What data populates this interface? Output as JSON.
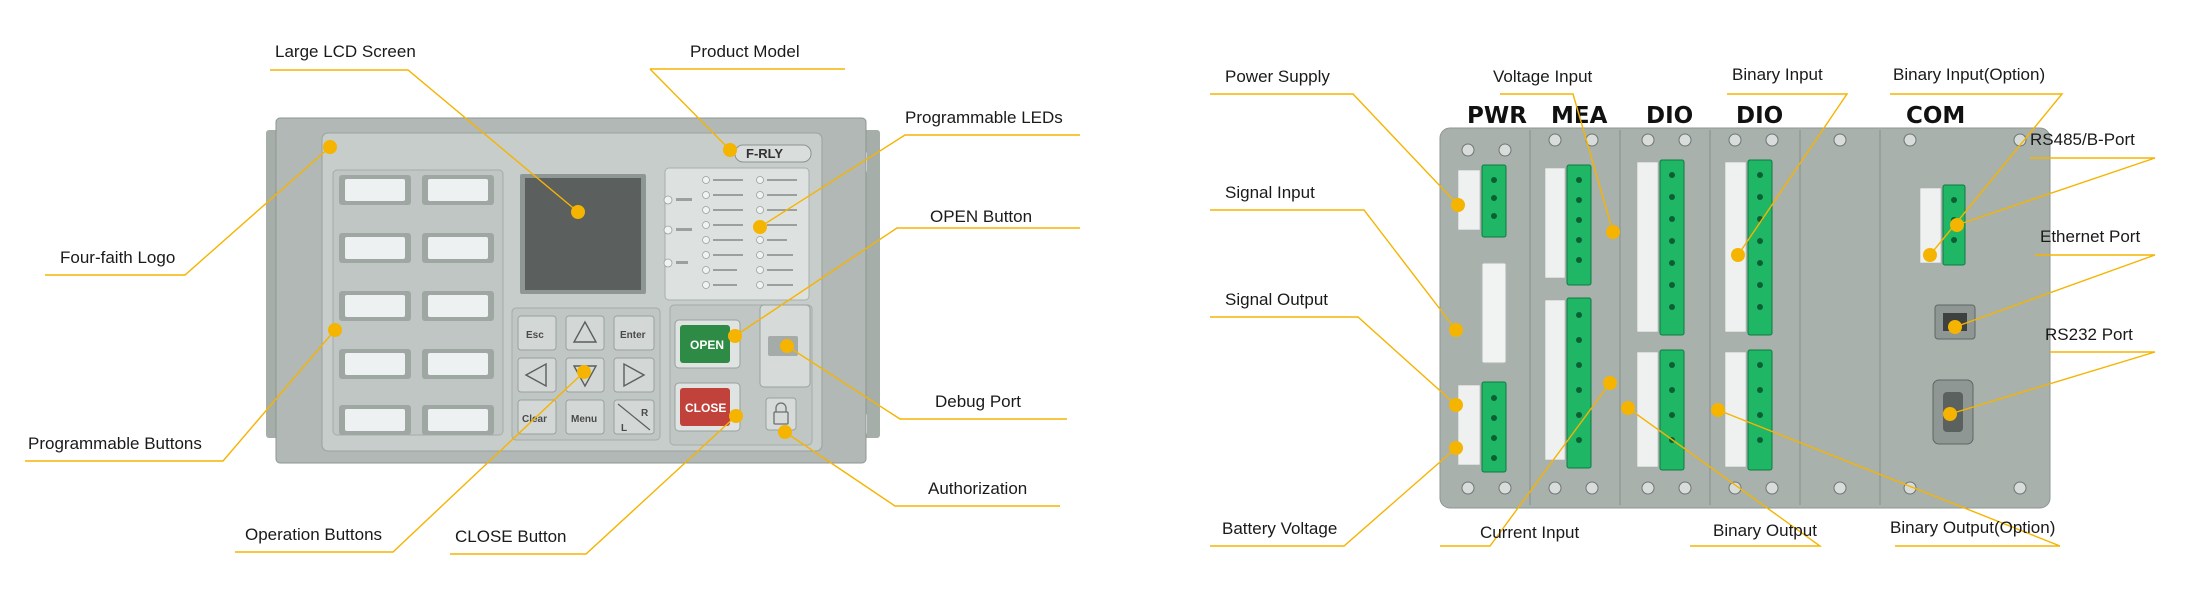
{
  "front_callouts": {
    "large_lcd_screen": "Large LCD Screen",
    "product_model": "Product Model",
    "programmable_leds": "Programmable LEDs",
    "open_button": "OPEN Button",
    "four_faith_logo": "Four-faith Logo",
    "debug_port": "Debug Port",
    "programmable_buttons": "Programmable Buttons",
    "authorization": "Authorization",
    "operation_buttons": "Operation Buttons",
    "close_button": "CLOSE Button"
  },
  "rear_callouts": {
    "power_supply": "Power Supply",
    "voltage_input": "Voltage Input",
    "binary_input": "Binary Input",
    "binary_input_option": "Binary Input(Option)",
    "rs485_port": "RS485/B-Port",
    "signal_input": "Signal Input",
    "ethernet_port": "Ethernet Port",
    "signal_output": "Signal Output",
    "rs232_port": "RS232 Port",
    "battery_voltage": "Battery Voltage",
    "current_input": "Current Input",
    "binary_output": "Binary Output",
    "binary_output_option": "Binary Output(Option)"
  },
  "front_panel": {
    "model_badge": "F-RLY",
    "keys": {
      "esc": "Esc",
      "enter": "Enter",
      "clear": "Clear",
      "menu": "Menu",
      "r": "R",
      "l": "L"
    },
    "open_label": "OPEN",
    "close_label": "CLOSE"
  },
  "rear_panel": {
    "module_labels": [
      "PWR",
      "MEA",
      "DIO",
      "DIO",
      "COM"
    ]
  },
  "colors": {
    "callout_line": "#f5b400",
    "callout_dot": "#f5b400",
    "chassis": "#a9b1ad",
    "panel": "#c5cbc8",
    "terminal_green": "#1fb766",
    "open_green": "#2e8b46",
    "close_red": "#c0423a"
  }
}
